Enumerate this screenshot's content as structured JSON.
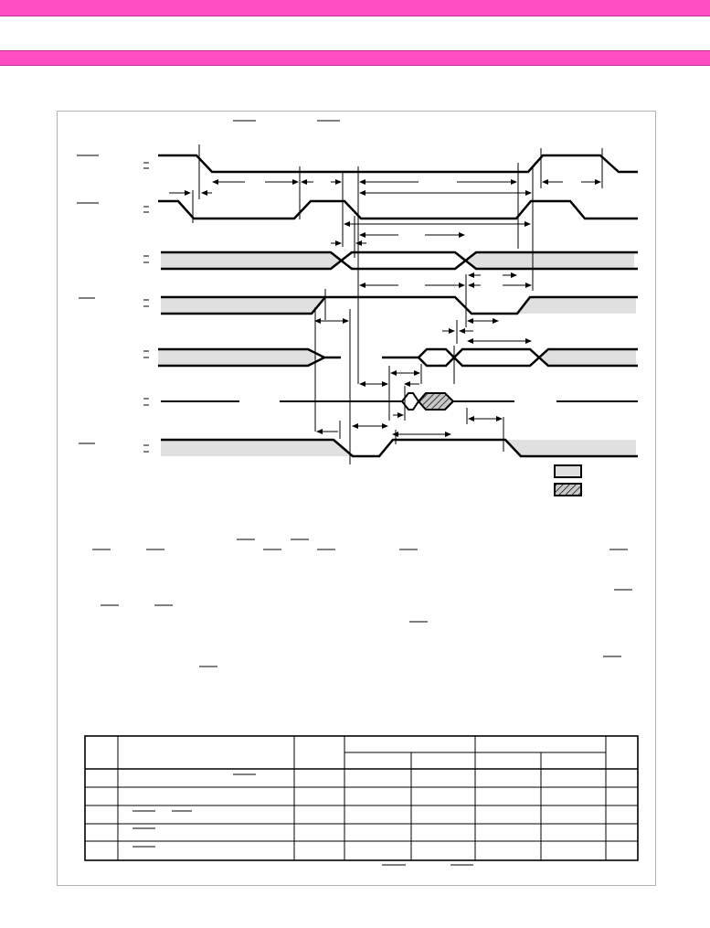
{
  "page": {
    "header_band_color": "#ff4dc4",
    "frame_color": "#b3b3b3"
  },
  "timing_diagram": {
    "signal_count": 7,
    "legend_items": [
      {
        "swatch": "solid-gray",
        "color": "#e0e0e0"
      },
      {
        "swatch": "hatched",
        "color": "#b0b0b0"
      }
    ]
  },
  "table": {
    "header_rows": 2,
    "body_rows": 5,
    "columns": 8
  }
}
